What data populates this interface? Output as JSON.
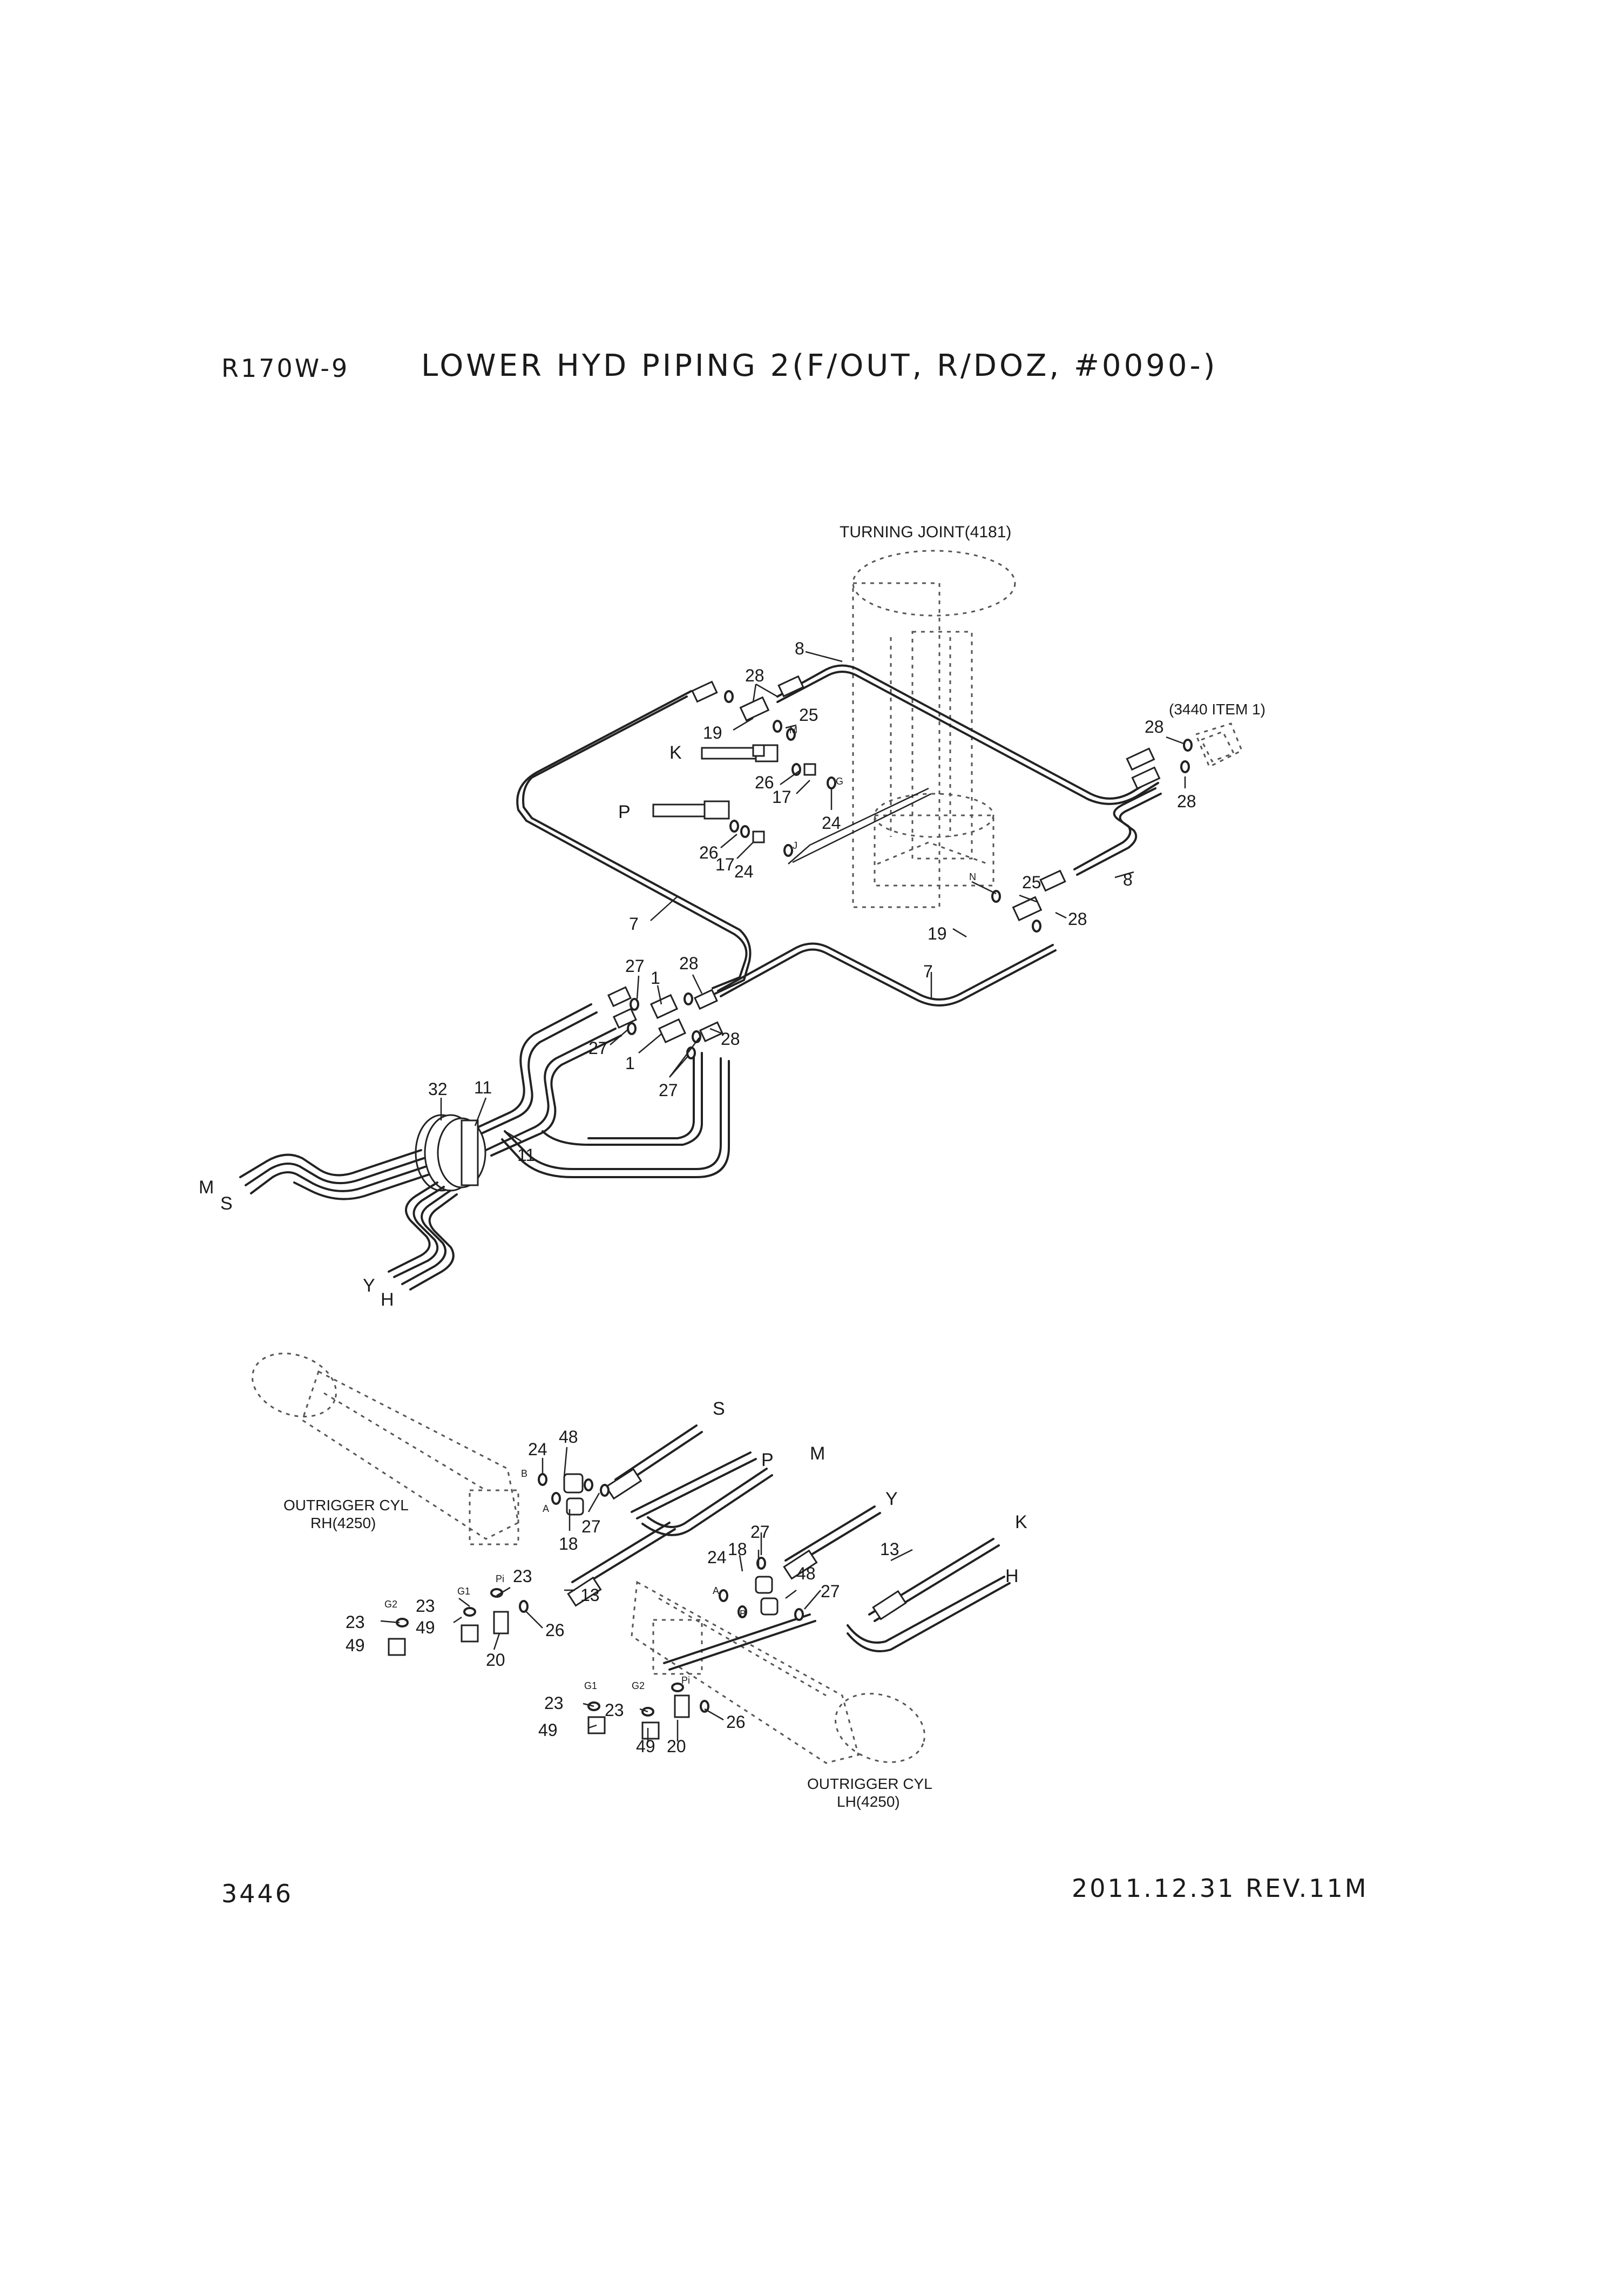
{
  "header": {
    "model": "R170W-9",
    "title": "LOWER HYD PIPING 2(F/OUT, R/DOZ, #0090-)"
  },
  "footer": {
    "page_number": "3446",
    "revision": "2011.12.31  REV.11M"
  },
  "assemblies": {
    "turning_joint": "TURNING JOINT(4181)",
    "reference": "(3440 ITEM 1)",
    "cyl_rh_line1": "OUTRIGGER CYL",
    "cyl_rh_line2": "RH(4250)",
    "cyl_lh_line1": "OUTRIGGER CYL",
    "cyl_lh_line2": "LH(4250)"
  },
  "port_letters": [
    "M",
    "S",
    "Y",
    "H",
    "K",
    "P",
    "S",
    "P",
    "M",
    "Y",
    "K",
    "H"
  ],
  "port_marks": [
    "M",
    "G",
    "J",
    "N",
    "B",
    "A",
    "B",
    "A",
    "G2",
    "G1",
    "Pi",
    "G1",
    "G2",
    "Pi"
  ],
  "callouts": [
    "8",
    "28",
    "19",
    "25",
    "26",
    "17",
    "24",
    "26",
    "17",
    "24",
    "28",
    "28",
    "8",
    "25",
    "28",
    "19",
    "7",
    "7",
    "27",
    "1",
    "28",
    "27",
    "1",
    "28",
    "27",
    "32",
    "11",
    "11",
    "48",
    "24",
    "18",
    "27",
    "23",
    "13",
    "23",
    "49",
    "23",
    "49",
    "26",
    "20",
    "24",
    "18",
    "27",
    "48",
    "27",
    "13",
    "23",
    "23",
    "49",
    "49",
    "20",
    "26"
  ]
}
